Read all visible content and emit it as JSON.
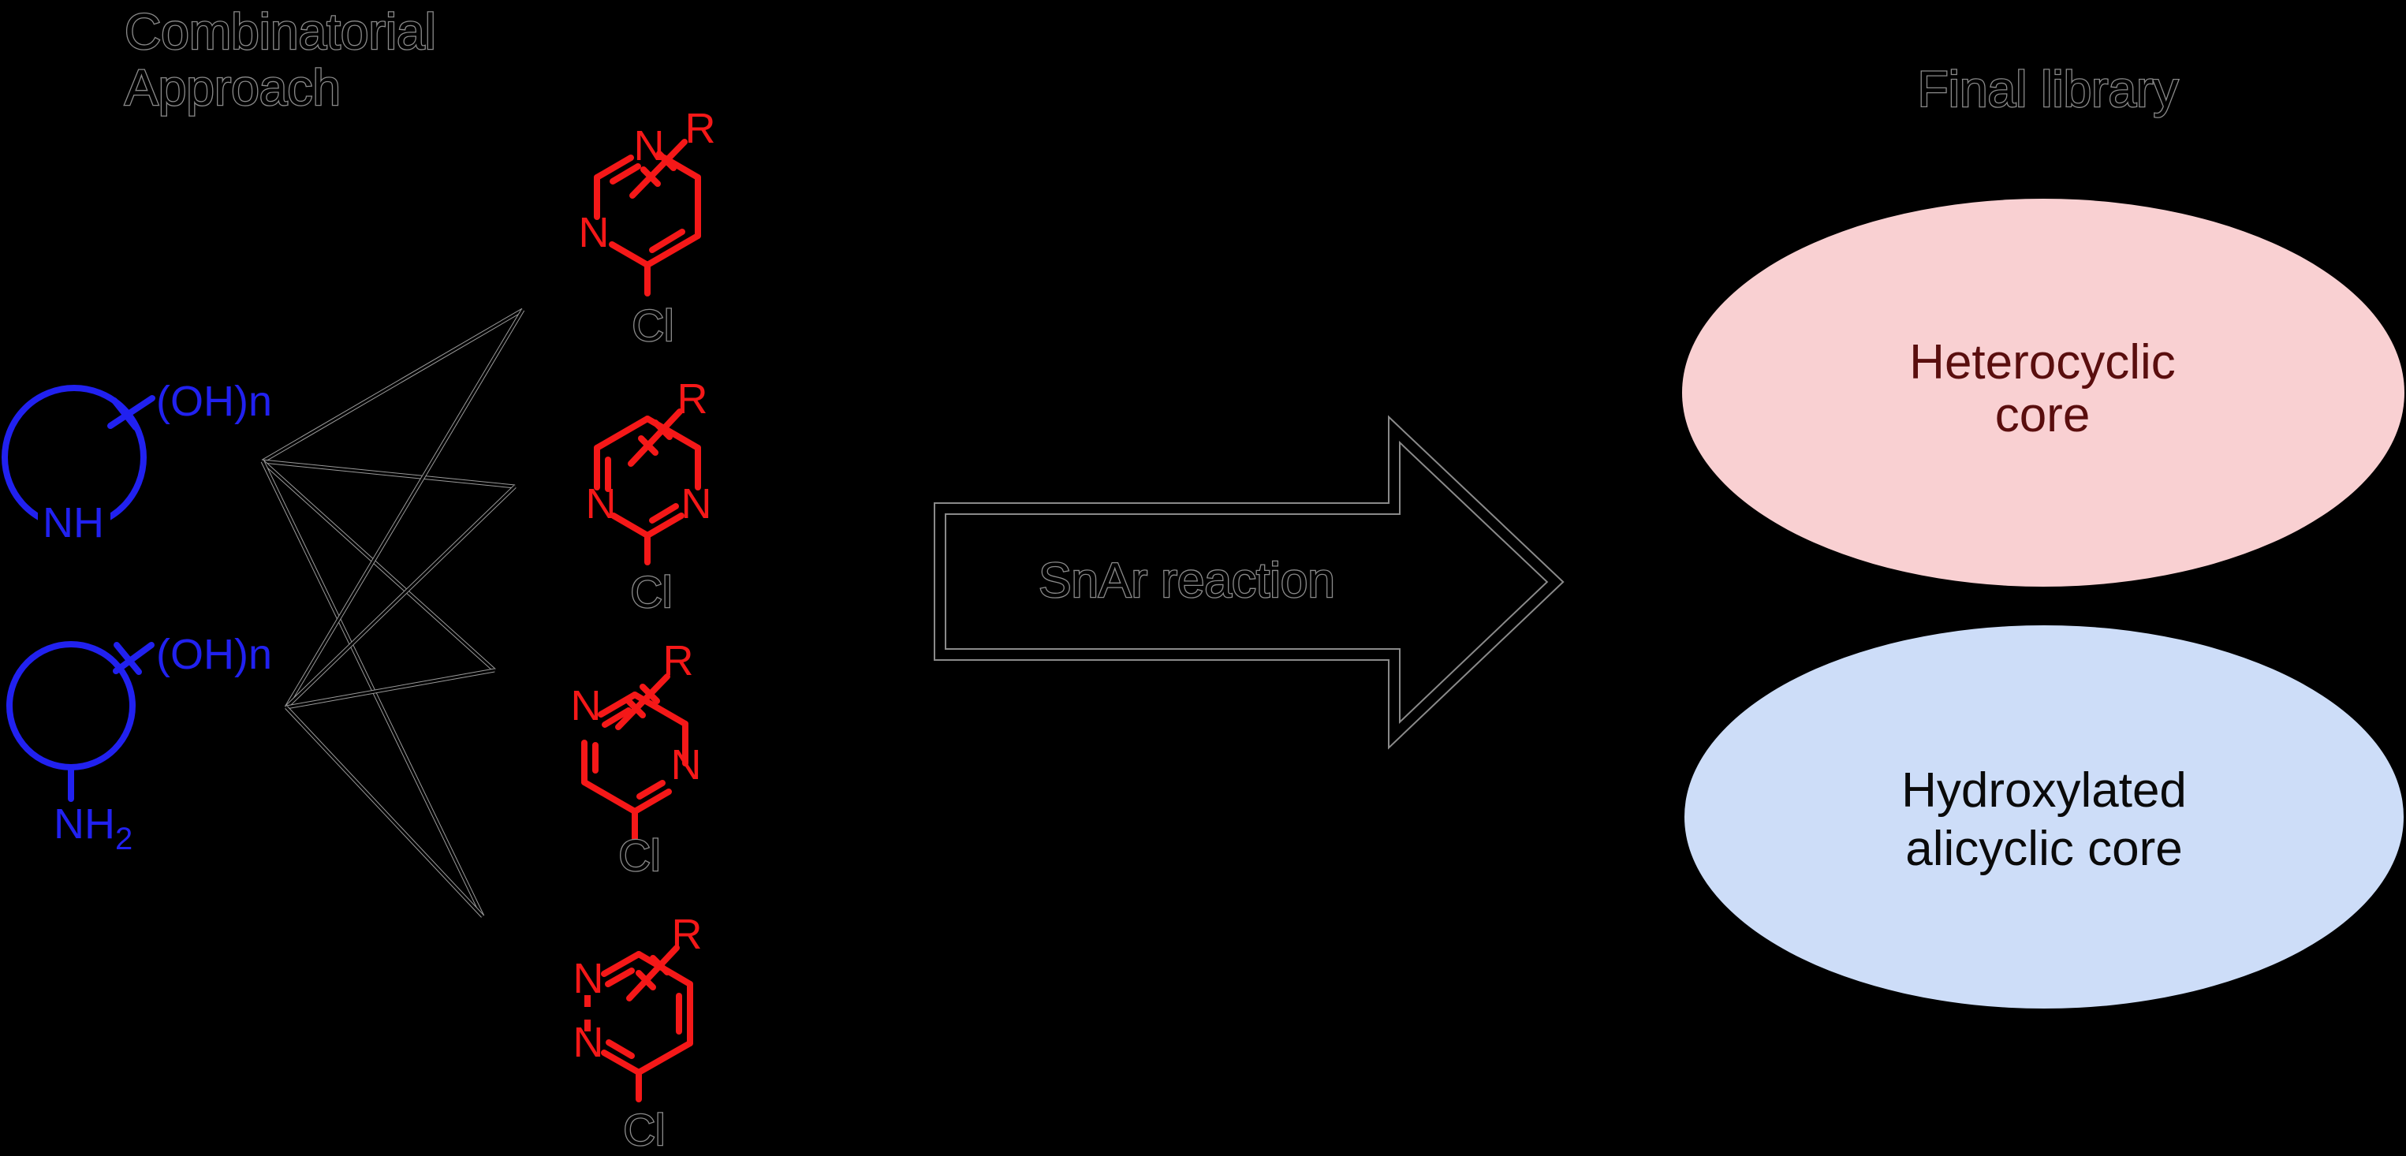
{
  "title": {
    "line1": "Combinatorial",
    "line2": "Approach"
  },
  "reagents": [
    {
      "ring_label": "NH",
      "substituent": "(OH)n"
    },
    {
      "ring_label": "NH",
      "ring_label_sub": "2",
      "substituent": "(OH)n"
    }
  ],
  "heterocycles": [
    {
      "n1": "N",
      "n2": "N",
      "r_group": "R",
      "leaving_group": "Cl"
    },
    {
      "n1": "N",
      "n2": "N",
      "r_group": "R",
      "leaving_group": "Cl"
    },
    {
      "n1": "N",
      "n2": "N",
      "r_group": "R",
      "leaving_group": "Cl"
    },
    {
      "n1": "N",
      "n2": "N",
      "r_group": "R",
      "leaving_group": "Cl"
    }
  ],
  "arrow": {
    "label": "SnAr reaction"
  },
  "final_library": {
    "title": "Final library",
    "items": [
      {
        "line1": "Heterocyclic",
        "line2": "core"
      },
      {
        "line1": "Hydroxylated",
        "line2": "alicyclic core"
      }
    ]
  },
  "colors": {
    "background": "#000000",
    "amine_blue": "#2121f0",
    "heterocycle_red": "#f51818",
    "ghost_outline": "#8a8a8a",
    "heterocyclic_core_fill": "#f9d0d2",
    "heterocyclic_core_text": "#5a0e0e",
    "alicyclic_core_fill": "#cdddf8",
    "alicyclic_core_text": "#0a0a0a"
  }
}
